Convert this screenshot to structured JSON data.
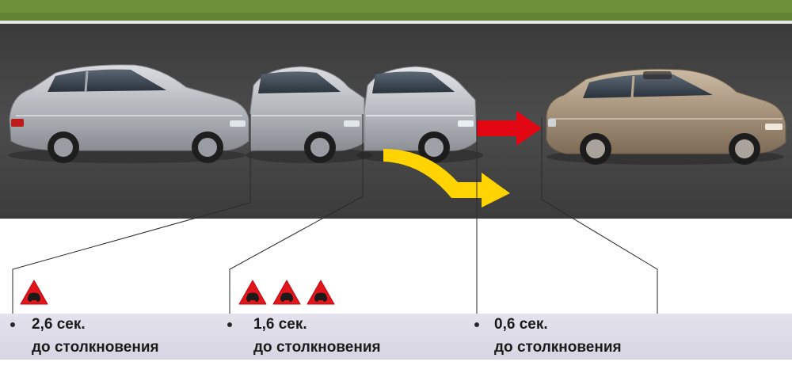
{
  "labels": [
    {
      "time": "2,6 сек.",
      "text": "до столкновения",
      "warnings": 1
    },
    {
      "time": "1,6 сек.",
      "text": "до столкновения",
      "warnings": 3
    },
    {
      "time": "0,6 сек.",
      "text": "до столкновения",
      "warnings": 0
    }
  ],
  "colors": {
    "grass": "#6e8f3a",
    "asphalt": "#4a4a4a",
    "silver_car": "#b9bcc1",
    "bronze_car": "#a3917b",
    "red_arrow": "#e30613",
    "yellow_arrow": "#ffd400",
    "warning_sign": "#e2151b",
    "stripe": "#dddbe6"
  },
  "icons": [
    "warning-triangle-car-icon"
  ]
}
